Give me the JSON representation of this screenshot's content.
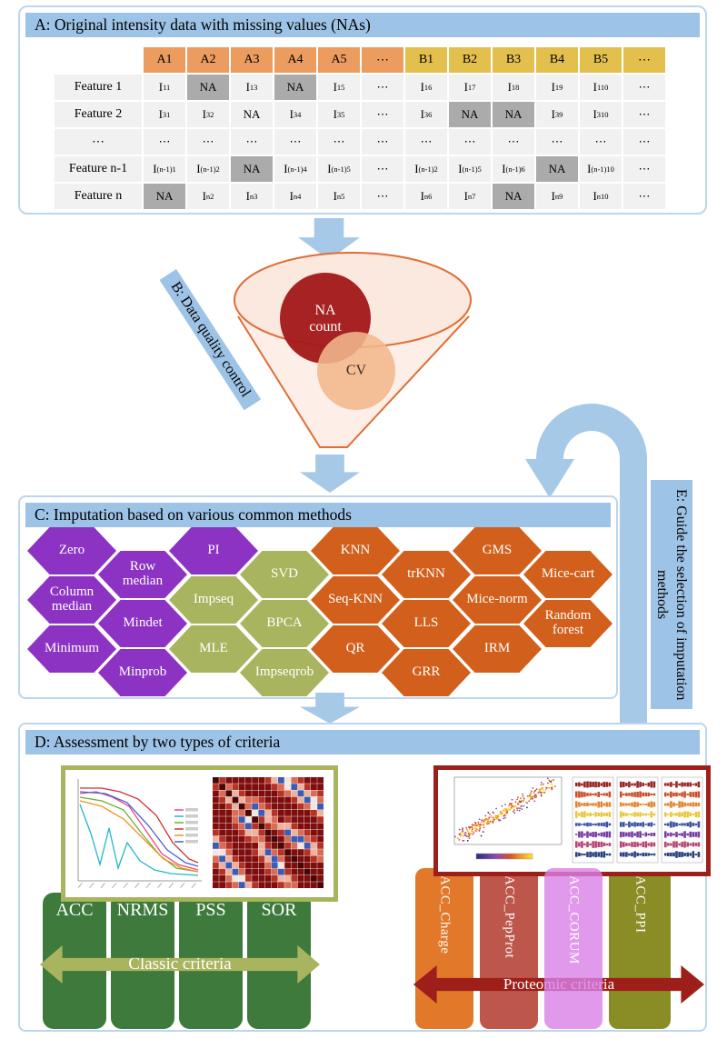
{
  "colors": {
    "header_blue": "#9DC3E6",
    "border_blue": "#BCD6EE",
    "arrow_blue": "#A6C9E8",
    "table_a_header": "#EC9C5F",
    "table_b_header": "#E3C04E",
    "na_gray": "#ABABAB",
    "cell_bg": "#F1F1F1",
    "purple": "#8D33C4",
    "olive": "#A9B45F",
    "orange": "#D2601C",
    "green": "#3E7A3C",
    "dark_red": "#9E1F1A",
    "funnel_orange": "#DF6E35",
    "na_circle": "#A31A1A",
    "cv_circle": "#F3B78C"
  },
  "panel_a": {
    "title": "A: Original intensity data with missing values (NAs)",
    "columns": [
      "A1",
      "A2",
      "A3",
      "A4",
      "A5",
      "⋯",
      "B1",
      "B2",
      "B3",
      "B4",
      "B5",
      "⋯"
    ],
    "rows": [
      {
        "label": "Feature 1",
        "cells": [
          "I{11}",
          {
            "t": "NA",
            "gray": true
          },
          "I{13}",
          {
            "t": "NA",
            "gray": true
          },
          "I{15}",
          "⋯",
          "I{16}",
          "I{17}",
          "I{18}",
          "I{19}",
          "I{110}",
          "⋯"
        ]
      },
      {
        "label": "Feature 2",
        "cells": [
          "I{31}",
          "I{32}",
          "NA",
          "I{34}",
          "I{35}",
          "⋯",
          "I{36}",
          {
            "t": "NA",
            "gray": true
          },
          {
            "t": "NA",
            "gray": true
          },
          "I{39}",
          "I{310}",
          "⋯"
        ]
      },
      {
        "label": "⋯",
        "cells": [
          "⋯",
          "⋯",
          "⋯",
          "⋯",
          "⋯",
          "⋯",
          "⋯",
          "⋯",
          "⋯",
          "⋯",
          "⋯",
          "⋯"
        ]
      },
      {
        "label": "Feature n-1",
        "cells": [
          "I{(n-1)1}",
          "I{(n-1)2}",
          {
            "t": "NA",
            "gray": true
          },
          "I{(n-1)4}",
          "I{(n-1)5}",
          "⋯",
          "I{(n-1)2}",
          "I{(n-1)5}",
          "I{(n-1)6}",
          {
            "t": "NA",
            "gray": true
          },
          "I{(n-1)10}",
          "⋯"
        ]
      },
      {
        "label": "Feature n",
        "cells": [
          {
            "t": "NA",
            "gray": true
          },
          "I{n2}",
          "I{n3}",
          "I{n4}",
          "I{n5}",
          "⋯",
          "I{n6}",
          "I{n7}",
          {
            "t": "NA",
            "gray": true
          },
          "I{n9}",
          "I{n10}",
          "⋯"
        ]
      }
    ]
  },
  "panel_b": {
    "label": "B: Data quality control",
    "na_count": "NA count",
    "cv": "CV"
  },
  "panel_c": {
    "title": "C: Imputation based on various common methods",
    "methods": [
      {
        "name": "Zero",
        "c": 0,
        "r": 0,
        "color": "purple"
      },
      {
        "name": "Column median",
        "c": 0,
        "r": 1,
        "color": "purple"
      },
      {
        "name": "Minimum",
        "c": 0,
        "r": 2,
        "color": "purple"
      },
      {
        "name": "Row median",
        "c": 1,
        "r": 0,
        "color": "purple"
      },
      {
        "name": "Mindet",
        "c": 1,
        "r": 1,
        "color": "purple"
      },
      {
        "name": "Minprob",
        "c": 1,
        "r": 2,
        "color": "purple"
      },
      {
        "name": "PI",
        "c": 2,
        "r": 0,
        "color": "purple"
      },
      {
        "name": "Impseq",
        "c": 2,
        "r": 1,
        "color": "olive"
      },
      {
        "name": "MLE",
        "c": 2,
        "r": 2,
        "color": "olive"
      },
      {
        "name": "SVD",
        "c": 3,
        "r": 0,
        "color": "olive"
      },
      {
        "name": "BPCA",
        "c": 3,
        "r": 1,
        "color": "olive"
      },
      {
        "name": "Impseqrob",
        "c": 3,
        "r": 2,
        "color": "olive"
      },
      {
        "name": "KNN",
        "c": 4,
        "r": 0,
        "color": "orange"
      },
      {
        "name": "Seq-KNN",
        "c": 4,
        "r": 1,
        "color": "orange"
      },
      {
        "name": "QR",
        "c": 4,
        "r": 2,
        "color": "orange"
      },
      {
        "name": "trKNN",
        "c": 5,
        "r": 0,
        "color": "orange"
      },
      {
        "name": "LLS",
        "c": 5,
        "r": 1,
        "color": "orange"
      },
      {
        "name": "GRR",
        "c": 5,
        "r": 2,
        "color": "orange"
      },
      {
        "name": "GMS",
        "c": 6,
        "r": 0,
        "color": "orange"
      },
      {
        "name": "Mice-norm",
        "c": 6,
        "r": 1,
        "color": "orange"
      },
      {
        "name": "IRM",
        "c": 6,
        "r": 2,
        "color": "orange"
      },
      {
        "name": "Mice-cart",
        "c": 7,
        "r": 0,
        "color": "orange"
      },
      {
        "name": "Random forest",
        "c": 7,
        "r": 1,
        "color": "orange"
      }
    ]
  },
  "panel_d": {
    "title": "D: Assessment by two types of criteria",
    "classic": {
      "columns": [
        "ACC",
        "NRMS",
        "PSS",
        "SOR"
      ],
      "arrow": "Classic criteria"
    },
    "proteomic": {
      "columns": [
        {
          "label": "ACC_Charge",
          "color": "#E2782A"
        },
        {
          "label": "ACC_PepProt",
          "color": "#BE574B"
        },
        {
          "label": "ACC_CORUM",
          "color": "#DA80E8",
          "translucent": true
        },
        {
          "label": "ACC_PPI",
          "color": "#8A8D25"
        }
      ],
      "arrow": "Proteomic criteria"
    }
  },
  "panel_e": {
    "label": "E: Guide the selection of imputation methods"
  }
}
